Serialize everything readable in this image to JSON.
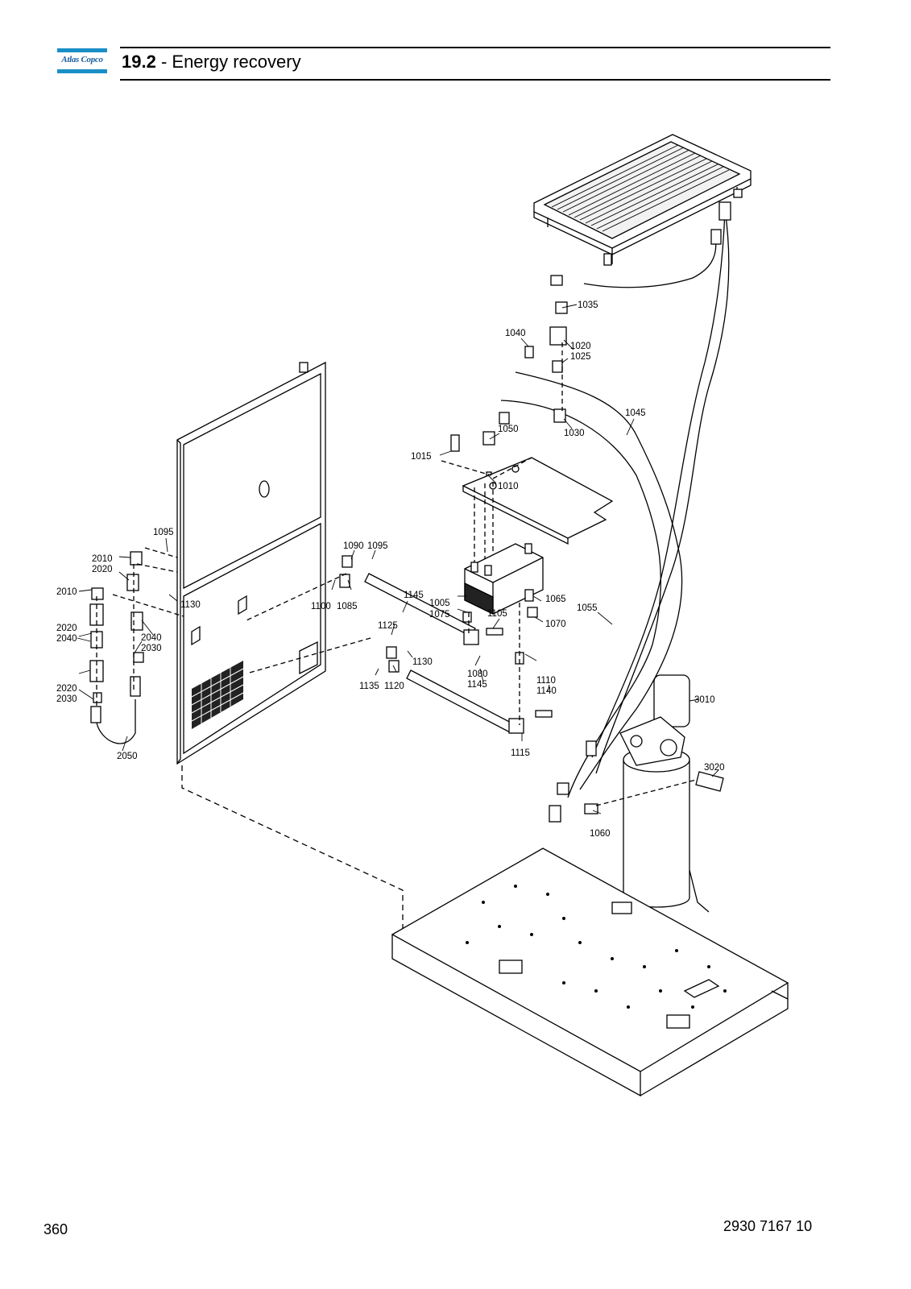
{
  "header": {
    "logo_text": "Atlas Copco",
    "section_number": "19.2",
    "section_separator": " - ",
    "section_title": "Energy recovery",
    "brand_color": "#1a8fc7"
  },
  "figure": {
    "callouts": [
      "1035",
      "1040",
      "1020",
      "1025",
      "1045",
      "1030",
      "1050",
      "1015",
      "1010",
      "1095",
      "2010",
      "2020",
      "2010",
      "1130",
      "2020",
      "2040",
      "2040",
      "2030",
      "2020",
      "2030",
      "2050",
      "1090",
      "1095",
      "1100",
      "1085",
      "1145",
      "1005",
      "1075",
      "1065",
      "1055",
      "1105",
      "1070",
      "1125",
      "1130",
      "1135",
      "1120",
      "1080",
      "1145",
      "1110",
      "1140",
      "1115",
      "3010",
      "3020",
      "1060"
    ]
  },
  "footer": {
    "page_number": "360",
    "document_number": "2930 7167 10"
  }
}
